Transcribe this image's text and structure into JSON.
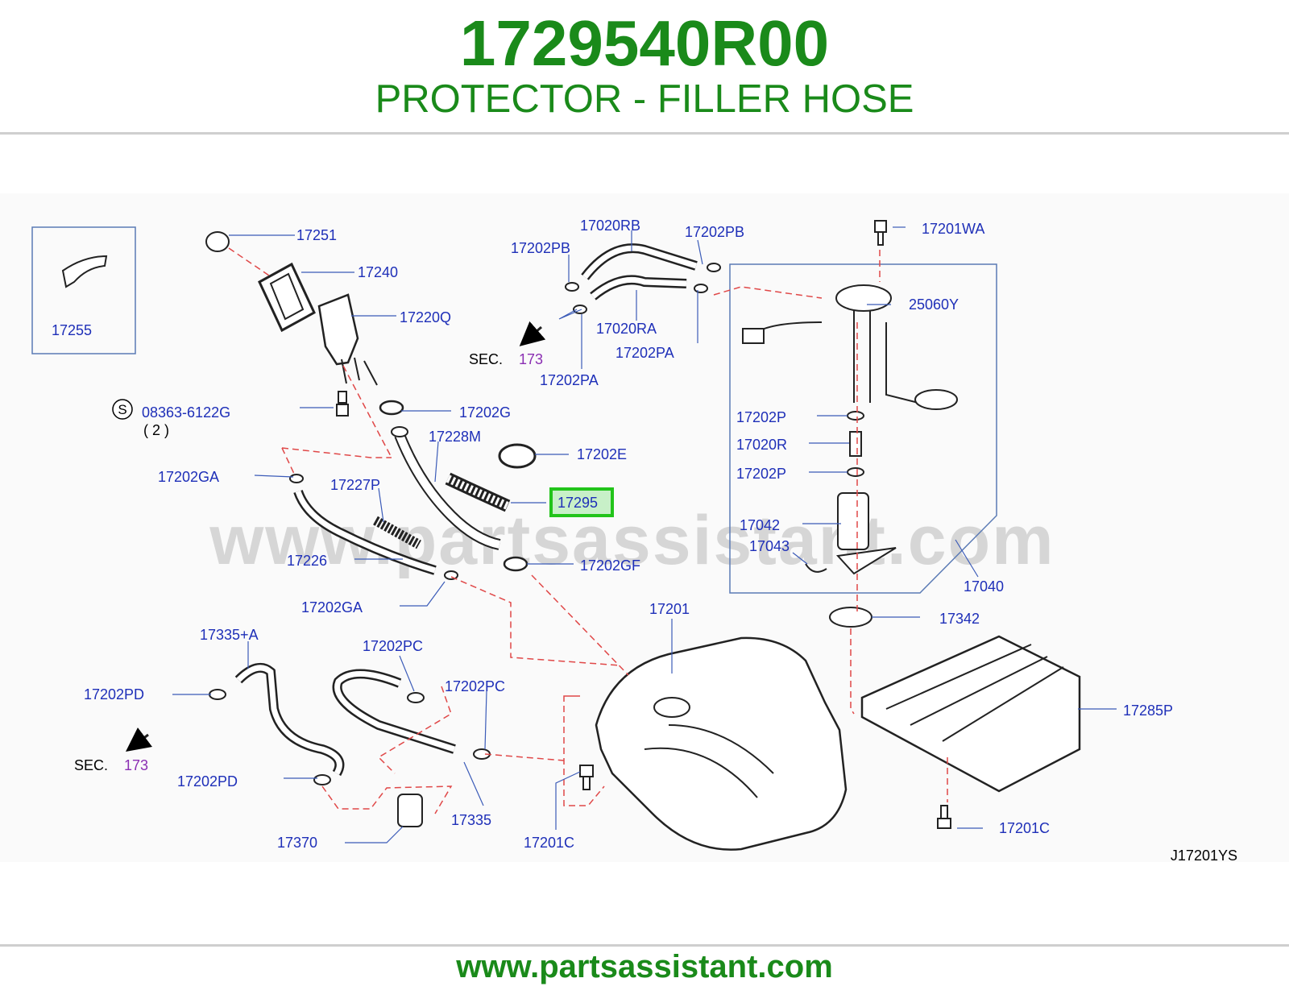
{
  "header": {
    "part_number": "1729540R00",
    "part_name": "PROTECTOR - FILLER HOSE"
  },
  "diagram": {
    "watermark": "www.partsassistant.com",
    "diagram_code": "J17201YS",
    "highlighted_part": "17295",
    "callouts": {
      "c17251": "17251",
      "c17240": "17240",
      "c17220Q": "17220Q",
      "c17255": "17255",
      "c08363": "08363-6122G",
      "c08363_qty": "( 2 )",
      "c_s": "S",
      "c17202G": "17202G",
      "c17228M": "17228M",
      "c17202E": "17202E",
      "c17202GA_top": "17202GA",
      "c17227P": "17227P",
      "c17295": "17295",
      "c17226": "17226",
      "c17202GF": "17202GF",
      "c17202GA_bot": "17202GA",
      "c17020RB": "17020RB",
      "c17202PB_l": "17202PB",
      "c17202PB_r": "17202PB",
      "c17020RA": "17020RA",
      "c17202PA_r": "17202PA",
      "c17202PA_l": "17202PA",
      "sec_label_top": "SEC.",
      "sec_num_top": "173",
      "c17201WA": "17201WA",
      "c25060Y": "25060Y",
      "c17202P_top": "17202P",
      "c17020R": "17020R",
      "c17202P_bot": "17202P",
      "c17042": "17042",
      "c17043": "17043",
      "c17040": "17040",
      "c17342": "17342",
      "c17201": "17201",
      "c17335A": "17335+A",
      "c17202PC_l": "17202PC",
      "c17202PC_r": "17202PC",
      "c17202PD_top": "17202PD",
      "c17202PD_bot": "17202PD",
      "sec_label_bot": "SEC.",
      "sec_num_bot": "173",
      "c17335": "17335",
      "c17370": "17370",
      "c17201C_l": "17201C",
      "c17201C_r": "17201C",
      "c17285P": "17285P"
    }
  },
  "footer": {
    "url": "www.partsassistant.com"
  },
  "colors": {
    "brand_green": "#1a8a1a",
    "callout_blue": "#1e2fb8",
    "sec_purple": "#8b2fb3",
    "dash_red": "#e04848",
    "highlight_green": "#22c41a"
  }
}
